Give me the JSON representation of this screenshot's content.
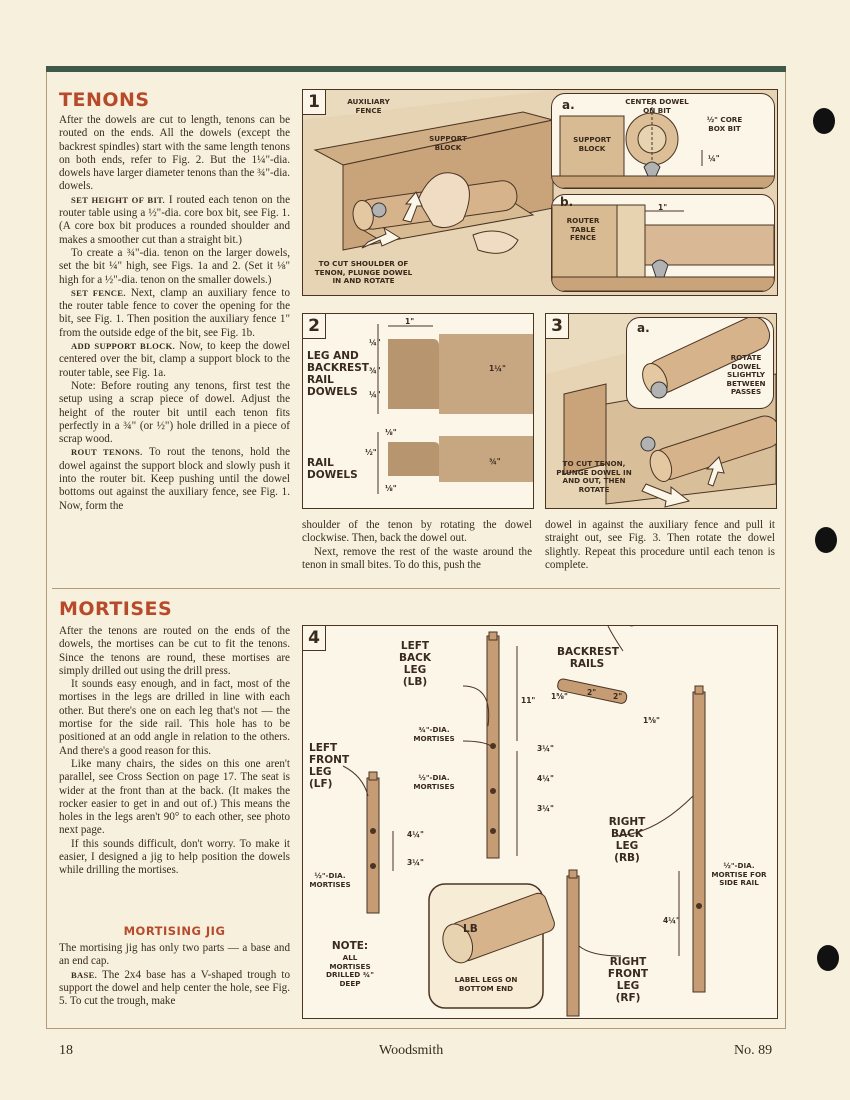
{
  "tenons": {
    "heading": "TENONS",
    "paragraphs": [
      {
        "head": "",
        "text": "After the dowels are cut to length, tenons can be routed on the ends. All the dowels (except the backrest spindles) start with the same length tenons on both ends, refer to Fig. 2. But the 1¼\"-dia. dowels have larger diameter tenons than the ¾\"-dia. dowels."
      },
      {
        "head": "SET HEIGHT OF BIT.",
        "text": " I routed each tenon on the router table using a ½\"-dia. core box bit, see Fig. 1. (A core box bit produces a rounded shoulder and makes a smoother cut than a straight bit.)"
      },
      {
        "head": "",
        "text": "To create a ¾\"-dia. tenon on the larger dowels, set the bit ¼\" high, see Figs. 1a and 2. (Set it ⅛\" high for a ½\"-dia. tenon on the smaller dowels.)"
      },
      {
        "head": "SET FENCE.",
        "text": " Next, clamp an auxiliary fence to the router table fence to cover the opening for the bit, see Fig. 1. Then position the auxiliary fence 1\" from the outside edge of the bit, see Fig. 1b."
      },
      {
        "head": "ADD SUPPORT BLOCK.",
        "text": " Now, to keep the dowel centered over the bit, clamp a support block to the router table, see Fig. 1a."
      },
      {
        "head": "",
        "text": "Note: Before routing any tenons, first test the setup using a scrap piece of dowel. Adjust the height of the router bit until each tenon fits perfectly in a ¾\" (or ½\") hole drilled in a piece of scrap wood."
      },
      {
        "head": "ROUT TENONS.",
        "text": " To rout the tenons, hold the dowel against the support block and slowly push it into the router bit. Keep pushing until the dowel bottoms out against the auxiliary fence, see Fig. 1. Now, form the"
      }
    ],
    "col2": "shoulder of the tenon by rotating the dowel clockwise. Then, back the dowel out.",
    "col2b": "Next, remove the rest of the waste around the tenon in small bites. To do this, push the",
    "col3": "dowel in against the auxiliary fence and pull it straight out, see Fig. 3. Then rotate the dowel slightly. Repeat this procedure until each tenon is complete."
  },
  "mortises": {
    "heading": "MORTISES",
    "paragraphs": [
      {
        "head": "",
        "text": "After the tenons are routed on the ends of the dowels, the mortises can be cut to fit the tenons. Since the tenons are round, these mortises are simply drilled out using the drill press."
      },
      {
        "head": "",
        "text": "It sounds easy enough, and in fact, most of the mortises in the legs are drilled in line with each other. But there's one on each leg that's not — the mortise for the side rail. This hole has to be positioned at an odd angle in relation to the others. And there's a good reason for this."
      },
      {
        "head": "",
        "text": "Like many chairs, the sides on this one aren't parallel, see Cross Section on page 17. The seat is wider at the front than at the back. (It makes the rocker easier to get in and out of.) This means the holes in the legs aren't 90° to each other, see photo next page."
      },
      {
        "head": "",
        "text": "If this sounds difficult, don't worry. To make it easier, I designed a jig to help position the dowels while drilling the mortises."
      }
    ],
    "jig_heading": "MORTISING JIG",
    "jig_paragraphs": [
      {
        "head": "",
        "text": "The mortising jig has only two parts — a base and an end cap."
      },
      {
        "head": "BASE.",
        "text": " The 2x4 base has a V-shaped trough to support the dowel and help center the hole, see Fig. 5. To cut the trough, make"
      }
    ]
  },
  "fig1": {
    "num": "1",
    "aux_fence": "AUXILIARY FENCE",
    "support_block": "SUPPORT BLOCK",
    "caption": "TO CUT SHOULDER OF TENON, PLUNGE DOWEL IN AND ROTATE",
    "a_tag": "a.",
    "a_center": "CENTER DOWEL ON BIT",
    "a_core": "½\" CORE BOX BIT",
    "a_support": "SUPPORT BLOCK",
    "a_dim": "¼\"",
    "b_tag": "b.",
    "b_fence": "ROUTER TABLE FENCE",
    "b_dim": "1\""
  },
  "fig2": {
    "num": "2",
    "top_dim": "1\"",
    "leg_label": "LEG AND BACKREST RAIL DOWELS",
    "leg_dims": [
      "¼\"",
      "¾\"",
      "¼\""
    ],
    "leg_dia": "1¼\"",
    "rail_label": "RAIL DOWELS",
    "rail_dims": [
      "⅛\"",
      "½\"",
      "⅛\""
    ],
    "rail_dia": "¾\""
  },
  "fig3": {
    "num": "3",
    "a_tag": "a.",
    "rotate": "ROTATE DOWEL SLIGHTLY BETWEEN PASSES",
    "caption": "TO CUT TENON, PLUNGE DOWEL IN AND OUT, THEN ROTATE"
  },
  "fig4": {
    "num": "4",
    "lb": "LEFT BACK LEG (LB)",
    "lf": "LEFT FRONT LEG (LF)",
    "rb": "RIGHT BACK LEG (RB)",
    "rf": "RIGHT FRONT LEG (RF)",
    "backrest": "BACKREST RAILS",
    "m34": "¾\"-DIA. MORTISES",
    "m12a": "½\"-DIA. MORTISES",
    "m12b": "½\"-DIA. MORTISES",
    "m12side": "½\"-DIA. MORTISE FOR SIDE RAIL",
    "d11": "11\"",
    "d314a": "3¼\"",
    "d414a": "4¼\"",
    "d314b": "3¼\"",
    "d414b": "4¼\"",
    "d314c": "3¼\"",
    "d414c": "4¼\"",
    "rail_dims": [
      "1⅝\"",
      "2\"",
      "2\"",
      "1⅝\""
    ],
    "note_head": "NOTE:",
    "note": "ALL MORTISES DRILLED ¾\" DEEP",
    "label_legs": "LABEL LEGS ON BOTTOM END",
    "lb_mark": "LB"
  },
  "footer": {
    "page": "18",
    "magazine": "Woodsmith",
    "issue": "No. 89"
  }
}
